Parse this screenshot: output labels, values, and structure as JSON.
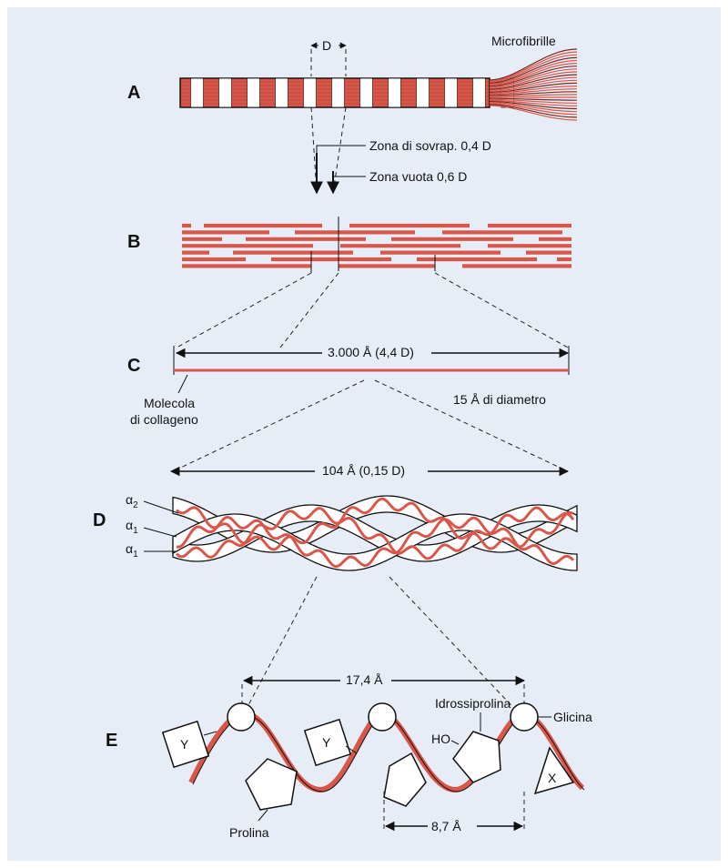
{
  "colors": {
    "background": "#e7edf6",
    "collagen_red": "#d9564a",
    "ink": "#111111"
  },
  "panels": [
    "A",
    "B",
    "C",
    "D",
    "E"
  ],
  "panel_a": {
    "period_label": "D",
    "microfibrils_label": "Microfibrille"
  },
  "panel_b": {
    "overlap_label": "Zona di sovrap. 0,4 D",
    "gap_label": "Zona vuota 0,6 D"
  },
  "panel_c": {
    "length_label": "3.000 Å (4,4 D)",
    "molecule_label_line1": "Molecola",
    "molecule_label_line2": "di collageno",
    "diameter_label": "15 Å di diametro"
  },
  "panel_d": {
    "width_label": "104 Å (0,15 D)",
    "chains": [
      {
        "symbol": "α",
        "subscript": "2"
      },
      {
        "symbol": "α",
        "subscript": "1"
      },
      {
        "symbol": "α",
        "subscript": "1"
      }
    ]
  },
  "panel_e": {
    "repeat_label": "17,4 Å",
    "half_repeat_label": "8,7 Å",
    "glycine_label": "Glicina",
    "hydroxyproline_label": "Idrossiprolina",
    "ho_label": "HO",
    "proline_label": "Prolina",
    "y_residue": "Y",
    "x_residue": "X"
  }
}
